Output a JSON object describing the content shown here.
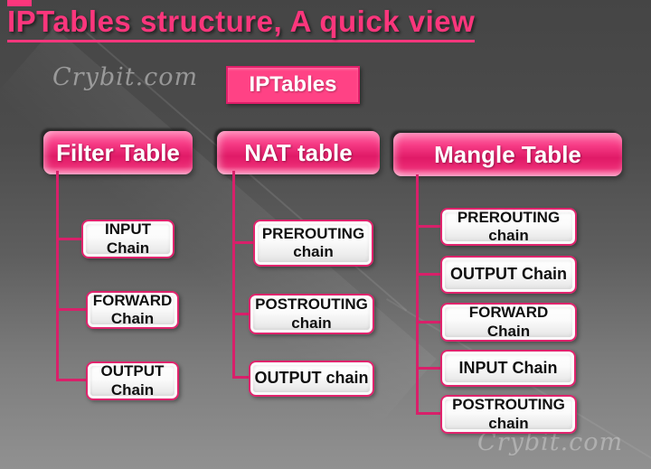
{
  "title": "IPTables structure, A quick view",
  "watermark_top": "Crybit.com",
  "watermark_bottom": "Crybit.com",
  "root": {
    "label": "IPTables"
  },
  "tables": [
    {
      "label": "Filter Table",
      "chains": [
        {
          "label": "INPUT\nChain"
        },
        {
          "label": "FORWARD\nChain"
        },
        {
          "label": "OUTPUT\nChain"
        }
      ]
    },
    {
      "label": "NAT table",
      "chains": [
        {
          "label": "PREROUTING\nchain"
        },
        {
          "label": "POSTROUTING\nchain"
        },
        {
          "label": "OUTPUT chain"
        }
      ]
    },
    {
      "label": "Mangle Table",
      "chains": [
        {
          "label": "PREROUTING\nchain"
        },
        {
          "label": "OUTPUT Chain"
        },
        {
          "label": "FORWARD\nChain"
        },
        {
          "label": "INPUT Chain"
        },
        {
          "label": "POSTROUTING\nchain"
        }
      ]
    }
  ],
  "colors": {
    "accent_pink": "#fb367c",
    "header_pink_dark": "#e01a67",
    "header_pink_light": "#ff5c9d",
    "connector_pink": "#d8206a",
    "chain_border_pink": "#e0246d",
    "background_top": "#454545",
    "background_bottom": "#919191"
  }
}
